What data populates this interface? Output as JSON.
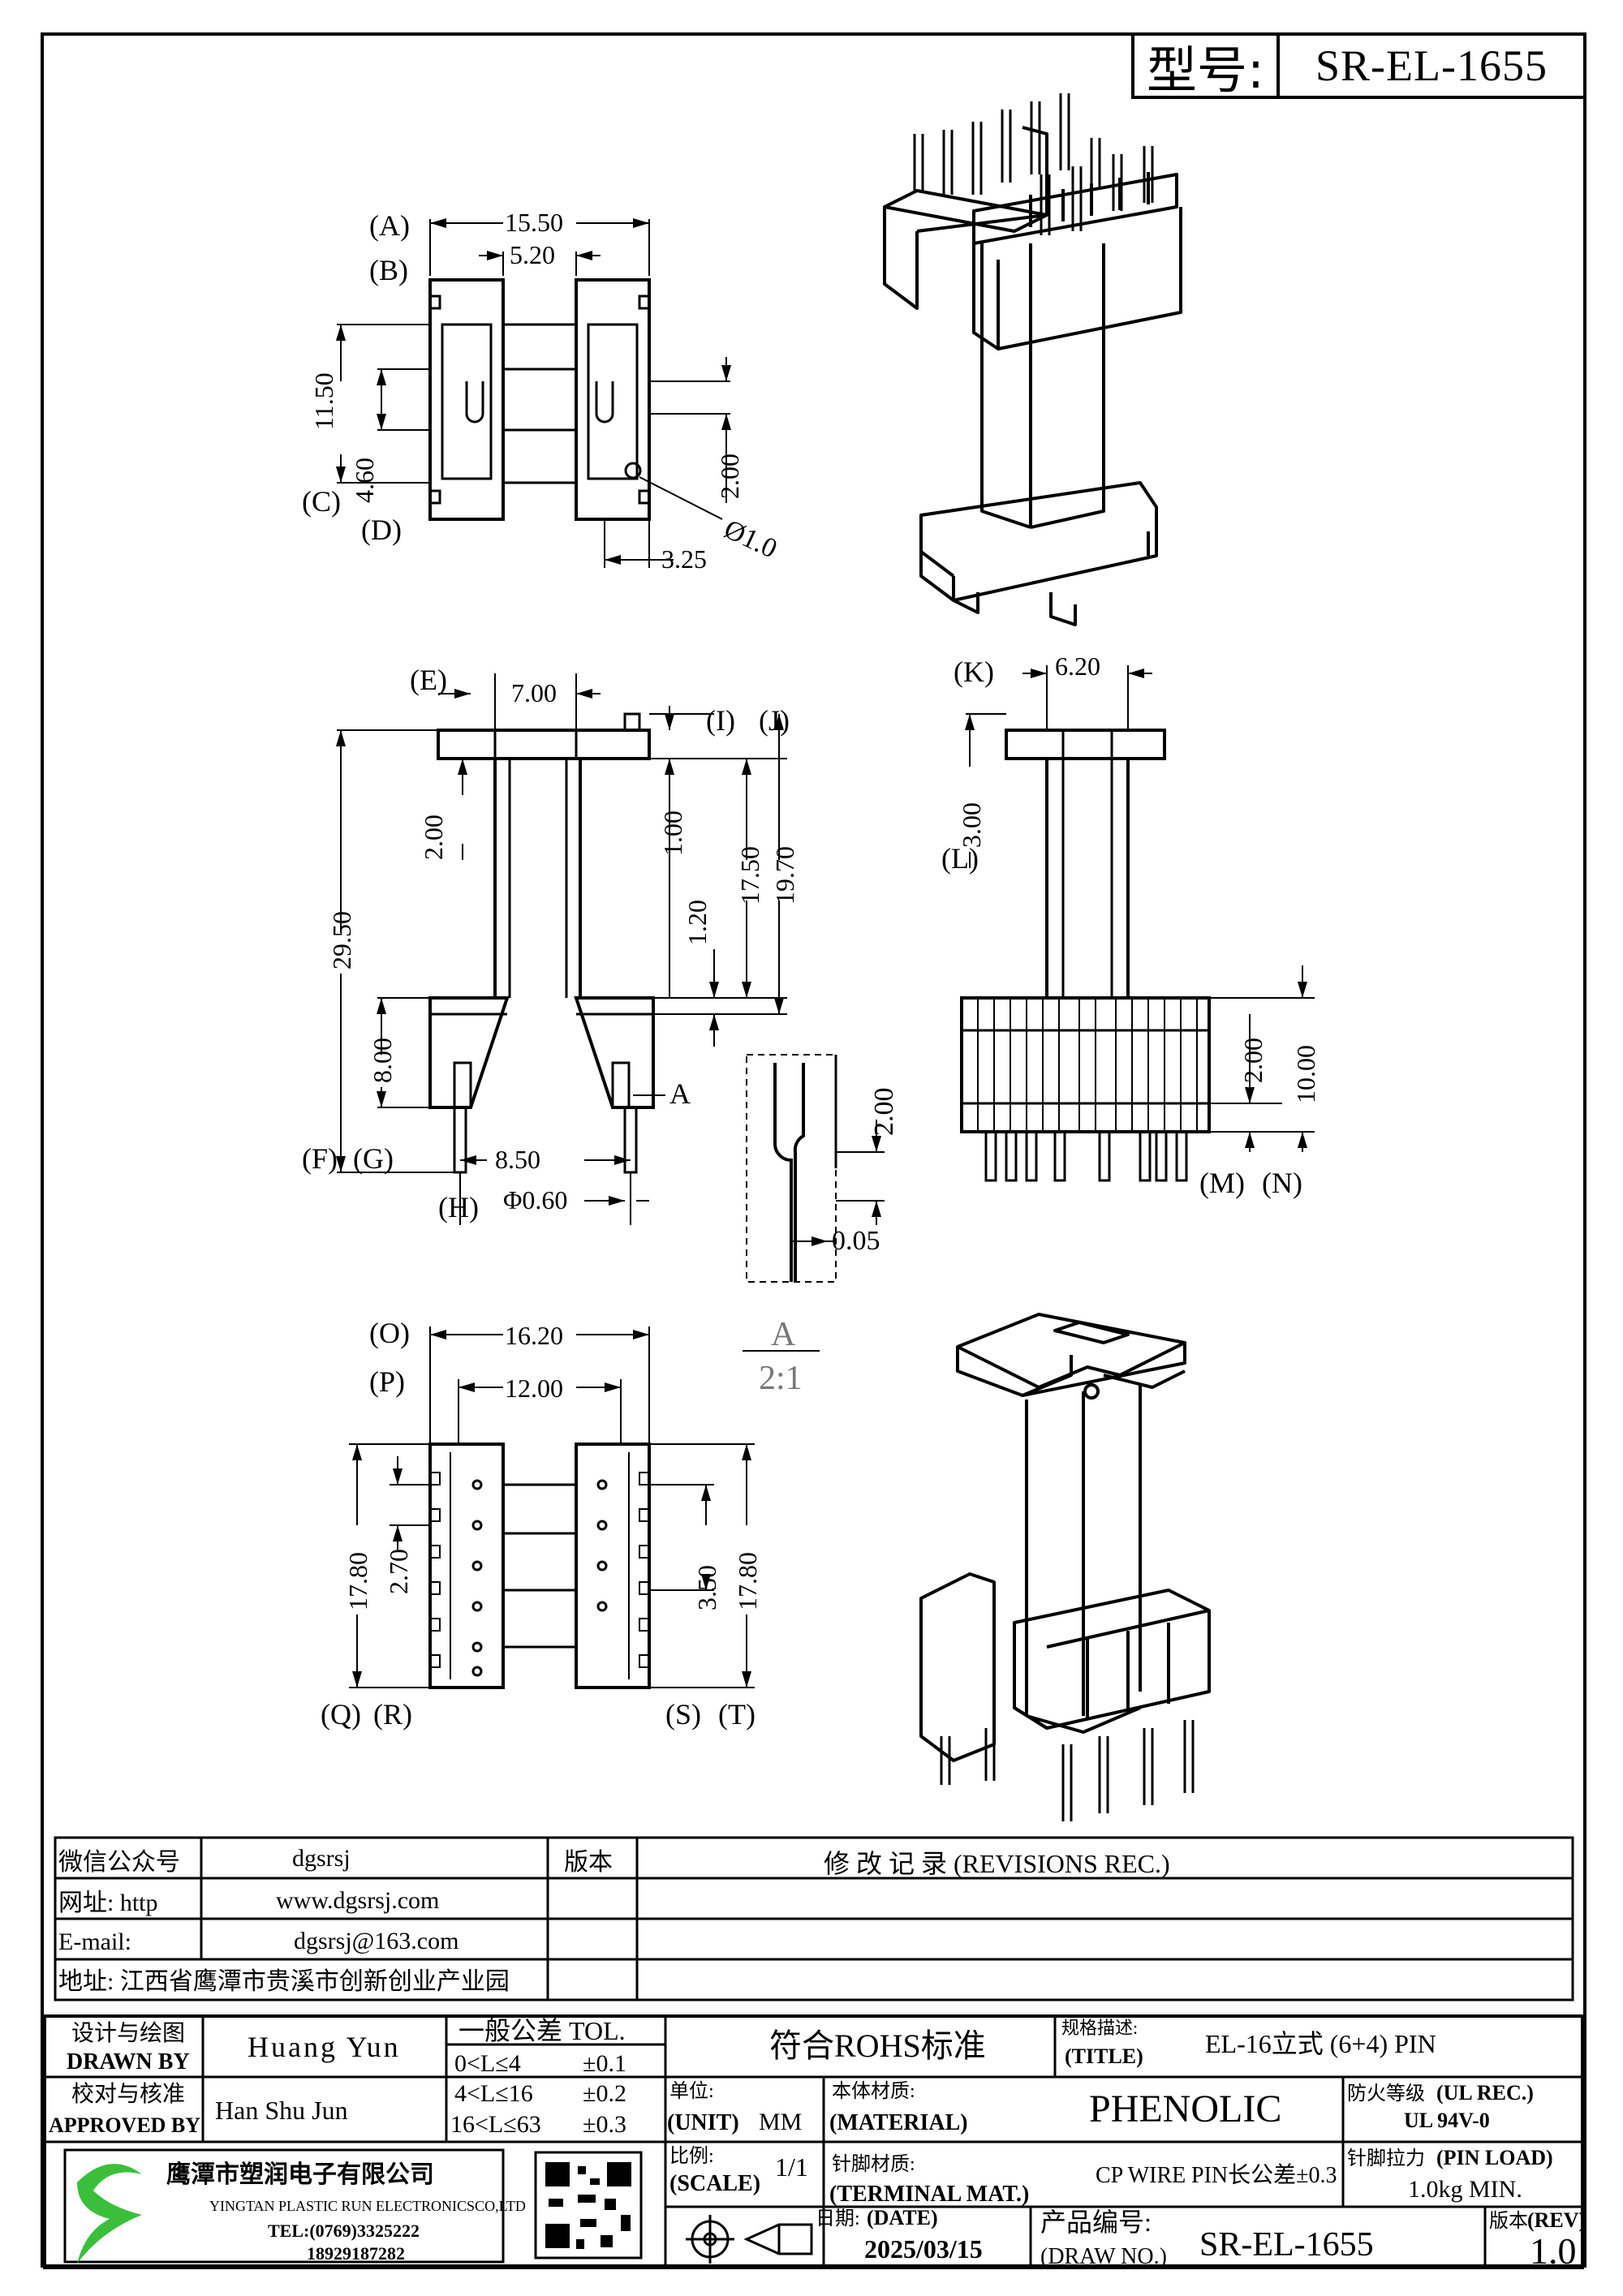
{
  "header": {
    "model_label": "型号:",
    "model_value": "SR-EL-1655"
  },
  "top_view": {
    "labels": [
      "(A)",
      "(B)",
      "(C)",
      "(D)"
    ],
    "dims": [
      "15.50",
      "5.20",
      "11.50",
      "4.60",
      "2.00",
      "3.25",
      "Ø1.0"
    ]
  },
  "front_view": {
    "labels": [
      "(E)",
      "(I)",
      "(J)",
      "(F)",
      "(G)",
      "(H)"
    ],
    "dims": [
      "7.00",
      "2.00",
      "1.00",
      "17.50",
      "19.70",
      "29.50",
      "1.20",
      "8.00",
      "8.50",
      "Φ0.60"
    ],
    "detail_callout": "A"
  },
  "detail_view": {
    "dims": [
      "2.00",
      "0.05"
    ],
    "title_letter": "A",
    "title_scale": "2:1"
  },
  "side_view": {
    "labels": [
      "(K)",
      "(L)",
      "(M)",
      "(N)"
    ],
    "dims": [
      "6.20",
      "3.00",
      "2.00",
      "10.00"
    ]
  },
  "bottom_view": {
    "labels": [
      "(O)",
      "(P)",
      "(Q)",
      "(R)",
      "(S)",
      "(T)"
    ],
    "dims": [
      "16.20",
      "12.00",
      "17.80",
      "2.70",
      "3.50",
      "17.80"
    ]
  },
  "info_table": {
    "rows": [
      {
        "label": "微信公众号",
        "value": "dgsrsj"
      },
      {
        "label": "网址: http",
        "value": "www.dgsrsj.com"
      },
      {
        "label": "E-mail:",
        "value": "dgsrsj@163.com"
      }
    ],
    "address": "地址: 江西省鹰潭市贵溪市创新创业产业园",
    "rev_col": "版本",
    "rev_title": "修 改 记 录 (REVISIONS REC.)"
  },
  "title_block": {
    "drawn_cn": "设计与绘图",
    "drawn_en": "DRAWN BY",
    "drawn_name": "Huang Yun",
    "approved_cn": "校对与核准",
    "approved_en": "APPROVED BY",
    "approved_name": "Han Shu Jun",
    "tol_title": "一般公差 TOL.",
    "tol_rows": [
      {
        "range": "0<L≤4",
        "tol": "±0.1"
      },
      {
        "range": "4<L≤16",
        "tol": "±0.2"
      },
      {
        "range": "16<L≤63",
        "tol": "±0.3"
      }
    ],
    "rohs": "符合ROHS标准",
    "title_cn": "规格描述:",
    "title_en": "(TITLE)",
    "title_value": "EL-16立式 (6+4) PIN",
    "unit_cn": "单位:",
    "unit_en": "(UNIT)",
    "unit_value": "MM",
    "material_cn": "本体材质:",
    "material_en": "(MATERIAL)",
    "material_value": "PHENOLIC",
    "ul_cn": "防火等级",
    "ul_en": "(UL REC.)",
    "ul_value": "UL 94V-0",
    "scale_cn": "比例:",
    "scale_en": "(SCALE)",
    "scale_value": "1/1",
    "terminal_cn": "针脚材质:",
    "terminal_en": "(TERMINAL MAT.)",
    "terminal_value": "CP WIRE",
    "pin_tol": "PIN长公差±0.3",
    "pinload_cn": "针脚拉力",
    "pinload_en": "(PIN LOAD)",
    "pinload_value": "1.0kg MIN.",
    "date_cn": "日期:",
    "date_en": "(DATE)",
    "date_value": "2025/03/15",
    "drawno_cn": "产品编号:",
    "drawno_en": "(DRAW NO.)",
    "drawno_value": "SR-EL-1655",
    "rev_cn": "版本",
    "rev_en": "(REV)",
    "rev_value": "1.0",
    "company_cn": "鹰潭市塑润电子有限公司",
    "company_en": "YINGTAN PLASTIC RUN ELECTRONICSCO,LTD",
    "tel": "TEL:(0769)3325222",
    "mobile": "18929187282"
  }
}
